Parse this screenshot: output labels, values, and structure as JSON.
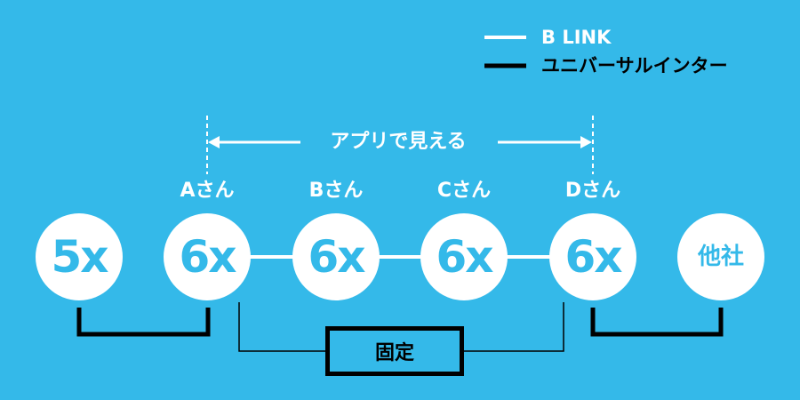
{
  "legend": {
    "blink_label": "B LINK",
    "universal_label": "ユニバーサルインター"
  },
  "app_visible_label": "アプリで見える",
  "persons": [
    "Aさん",
    "Bさん",
    "Cさん",
    "Dさん"
  ],
  "circles": [
    {
      "label": "5x"
    },
    {
      "label": "6x"
    },
    {
      "label": "6x"
    },
    {
      "label": "6x"
    },
    {
      "label": "6x"
    },
    {
      "label": "他社"
    }
  ],
  "fixed_label": "固定",
  "colors": {
    "background": "#34b9e9",
    "circle_fill": "#ffffff",
    "circle_text": "#34b9e9",
    "blink_line": "#ffffff",
    "universal_line": "#000000"
  }
}
